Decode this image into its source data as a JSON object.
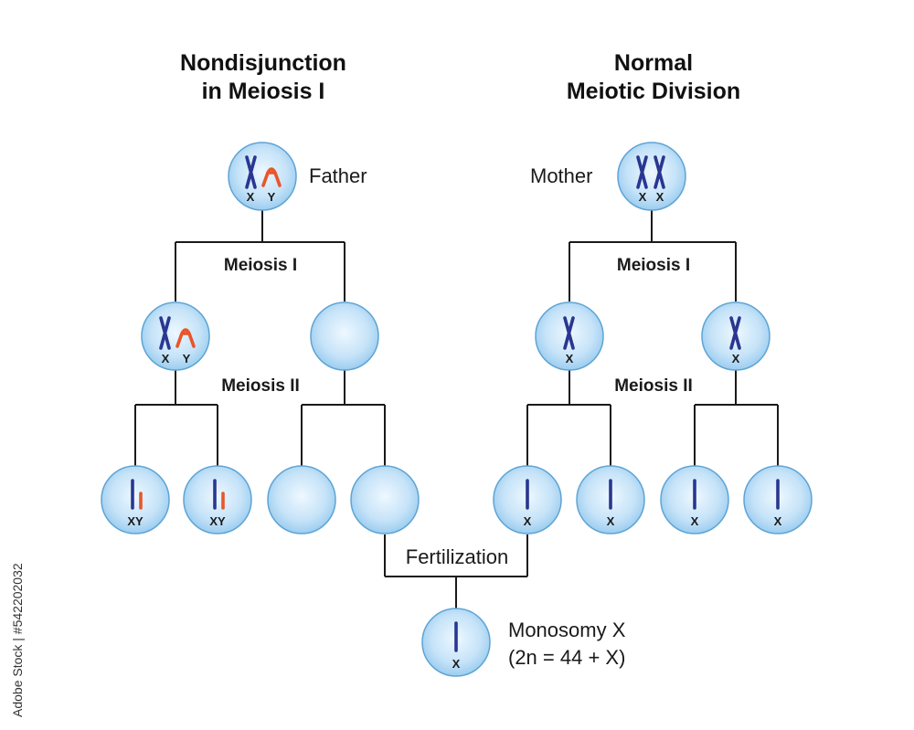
{
  "titles": {
    "left_line1": "Nondisjunction",
    "left_line2": "in Meiosis I",
    "right_line1": "Normal",
    "right_line2": "Meiotic Division"
  },
  "parents": {
    "father": "Father",
    "mother": "Mother"
  },
  "stages": {
    "left_meiosis1": "Meiosis I",
    "left_meiosis2": "Meiosis II",
    "right_meiosis1": "Meiosis I",
    "right_meiosis2": "Meiosis II",
    "fertilization": "Fertilization"
  },
  "cells": {
    "father": [
      "X",
      "Y"
    ],
    "mother": [
      "X",
      "X"
    ],
    "left_m1_a": [
      "X",
      "Y"
    ],
    "right_m1_a": [
      "X"
    ],
    "right_m1_b": [
      "X"
    ],
    "gamete_l1": "XY",
    "gamete_l2": "XY",
    "gamete_r1": "X",
    "gamete_r2": "X",
    "gamete_r3": "X",
    "gamete_r4": "X",
    "zygote": "X"
  },
  "result": {
    "line1": "Monosomy X",
    "line2": "(2n = 44 + X)"
  },
  "watermark": "Adobe Stock | #542202032",
  "colors": {
    "x_chromosome": "#2a3691",
    "y_chromosome": "#e8562a",
    "cell_fill": "#a9d4f3",
    "cell_stroke": "#5ea4d4"
  }
}
